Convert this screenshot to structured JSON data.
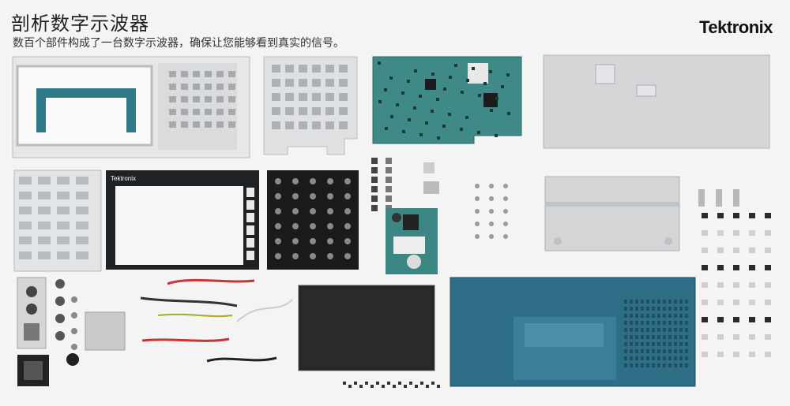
{
  "header": {
    "title": "剖析数字示波器",
    "subtitle": "数百个部件构成了一台数字示波器，确保让您能够看到真实的信号。",
    "brand": "Tektronix"
  },
  "parts": {
    "front_bezel_brand": "Tektronix"
  },
  "colors": {
    "background": "#f4f4f4",
    "pcb_green": "#3f8a86",
    "enclosure_blue": "#2e6e86",
    "metal": "#d2d4d6",
    "black_board": "#1b1b1b"
  }
}
